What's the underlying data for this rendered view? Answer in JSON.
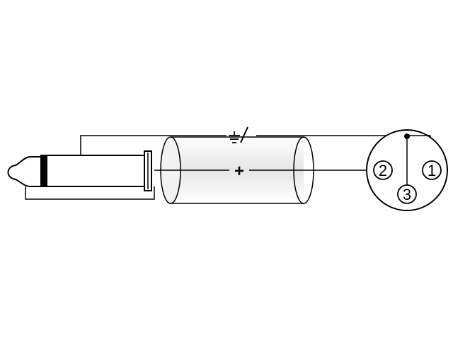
{
  "diagram": {
    "signals": {
      "ground_symbol": "ground-disconnected-icon",
      "hot_label": "+"
    },
    "xlr_pins": [
      {
        "label": "1"
      },
      {
        "label": "2"
      },
      {
        "label": "3"
      }
    ],
    "colors": {
      "line": "#000000",
      "cable_fill": "#e8e8e8",
      "background": "#ffffff"
    }
  }
}
